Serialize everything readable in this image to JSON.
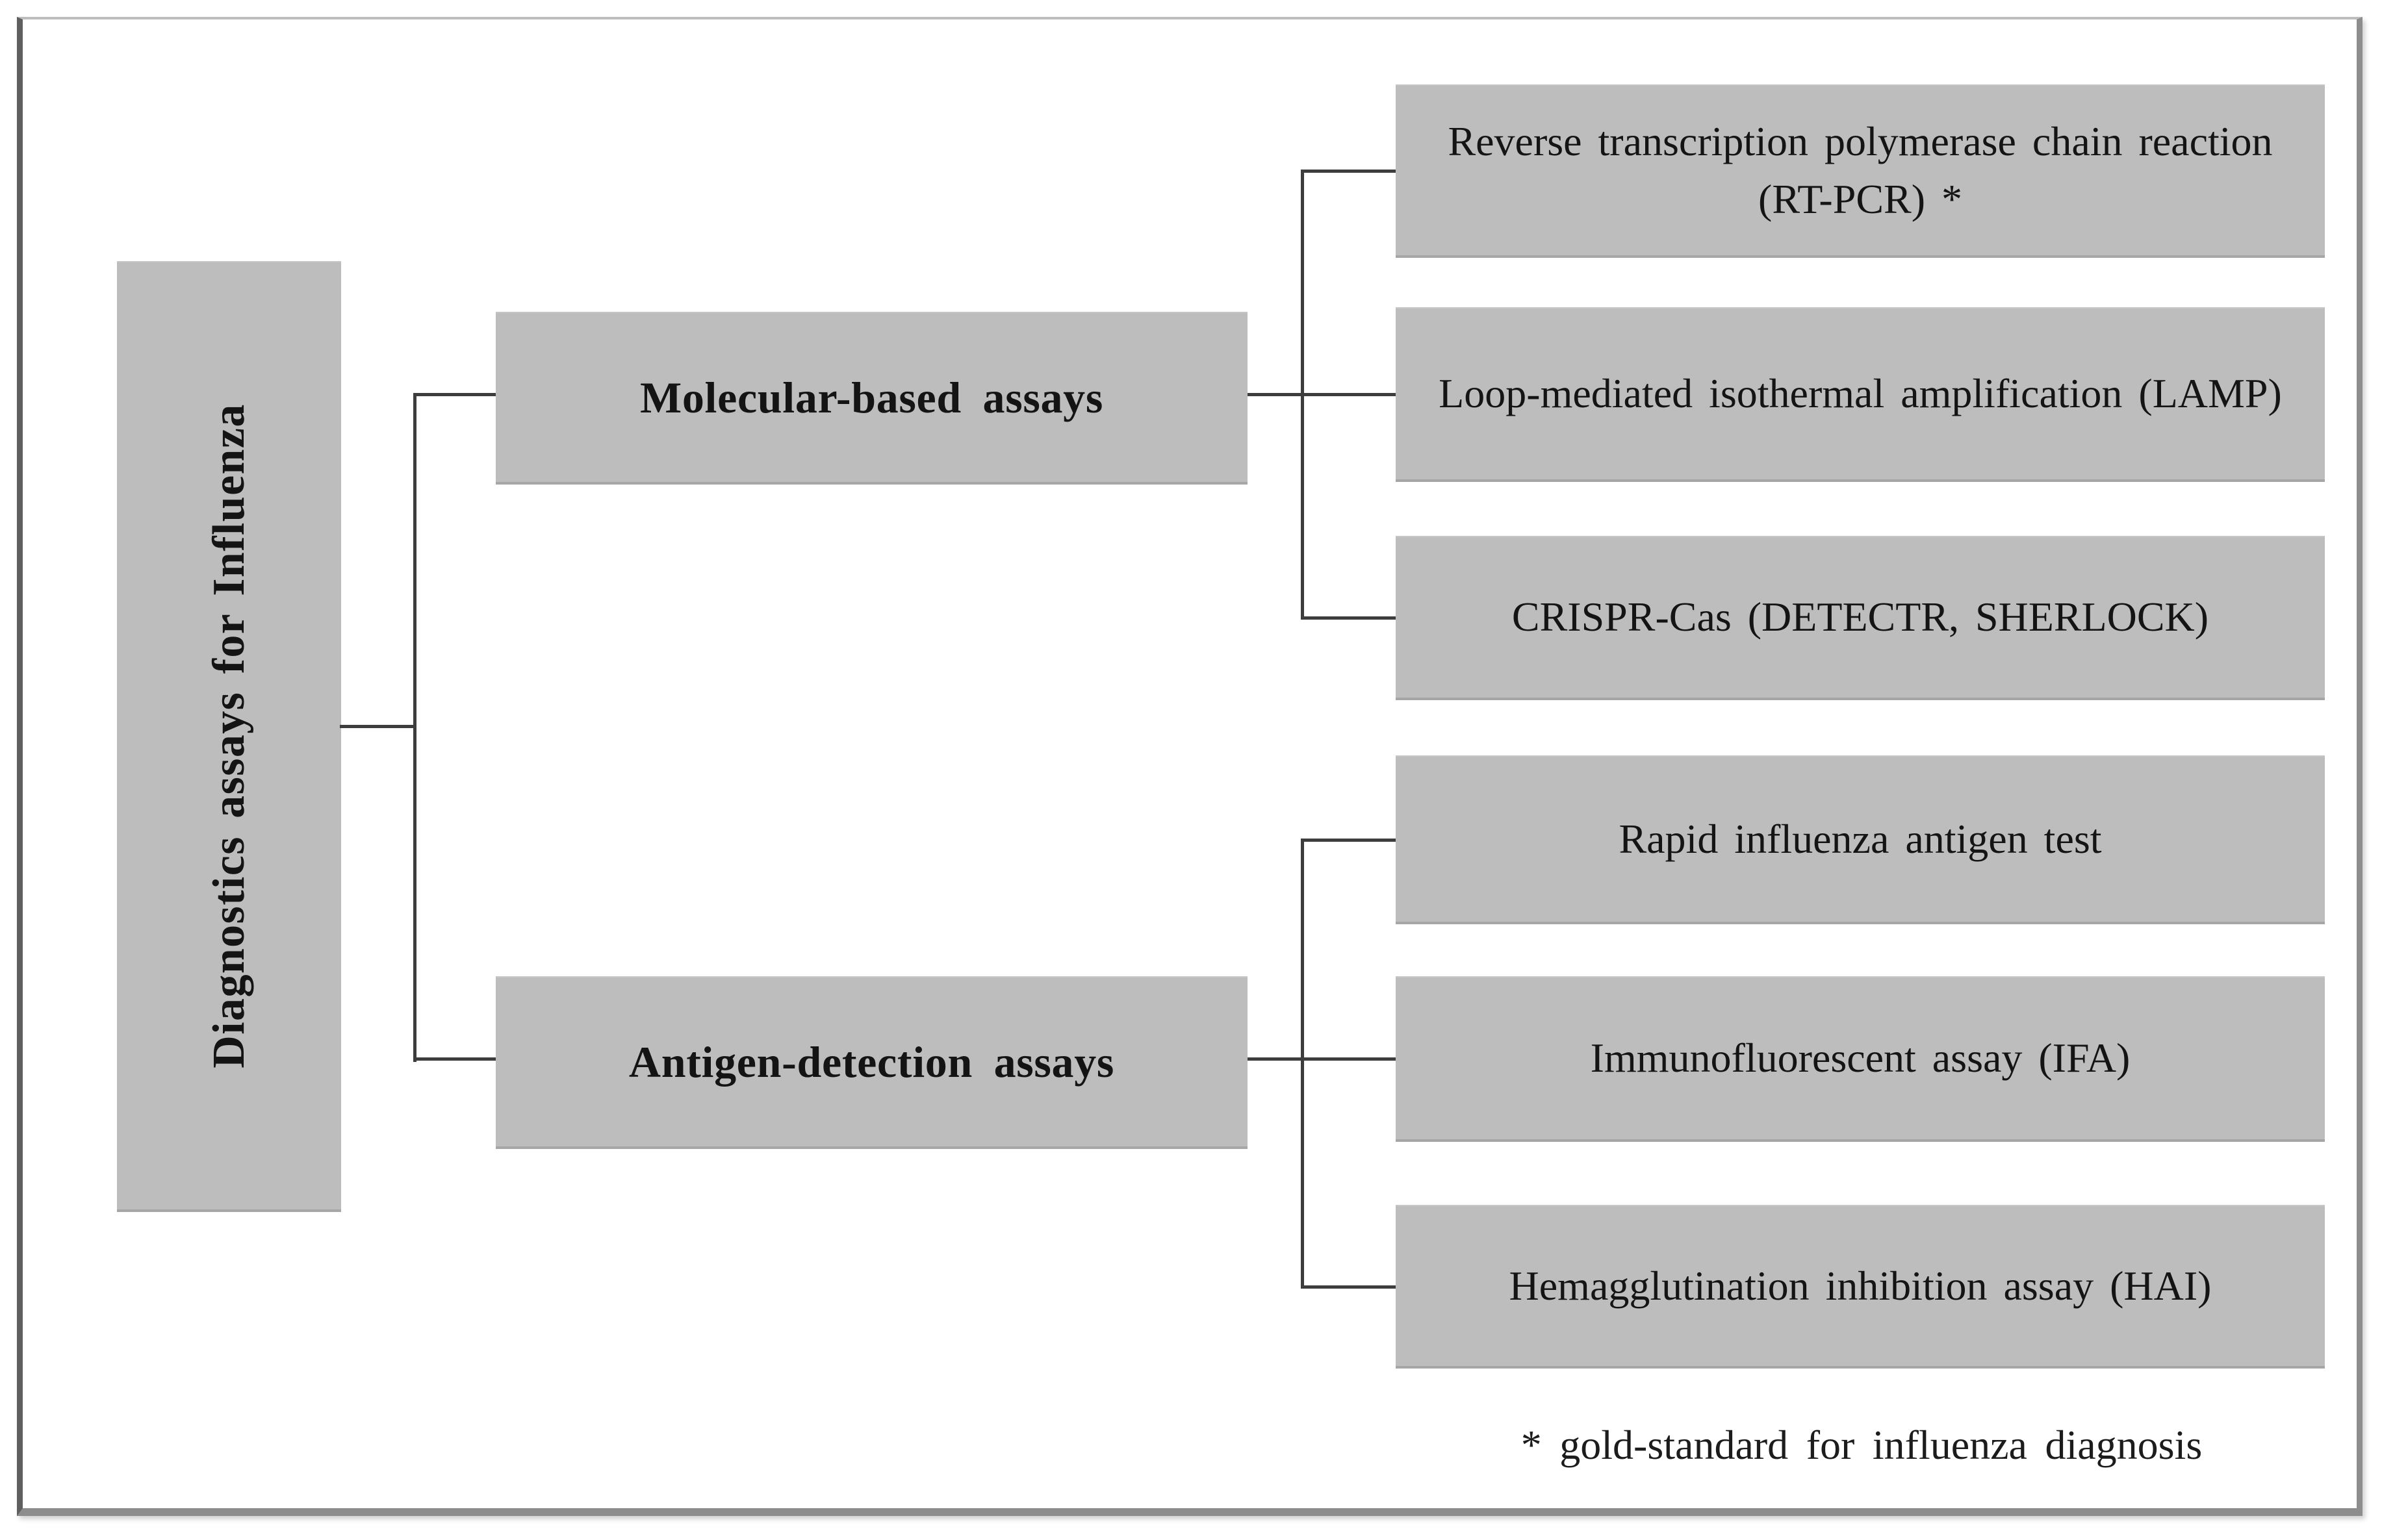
{
  "diagram": {
    "root": {
      "label": "Diagnostics assays for Influenza"
    },
    "branches": [
      {
        "label": "Molecular-based assays",
        "children": [
          {
            "label": "Reverse transcription polymerase chain reaction (RT-PCR) *"
          },
          {
            "label": "Loop-mediated isothermal amplification (LAMP)"
          },
          {
            "label": "CRISPR-Cas (DETECTR, SHERLOCK)"
          }
        ]
      },
      {
        "label": "Antigen-detection assays",
        "children": [
          {
            "label": "Rapid influenza antigen test"
          },
          {
            "label": "Immunofluorescent assay (IFA)"
          },
          {
            "label": "Hemagglutination inhibition assay (HAI)"
          }
        ]
      }
    ],
    "footnote": "* gold-standard for influenza diagnosis"
  },
  "colors": {
    "box_fill": "#bdbdbd",
    "line": "#3d3d3d",
    "text": "#141414",
    "frame_border": "#8d8d8d",
    "background": "#ffffff"
  }
}
